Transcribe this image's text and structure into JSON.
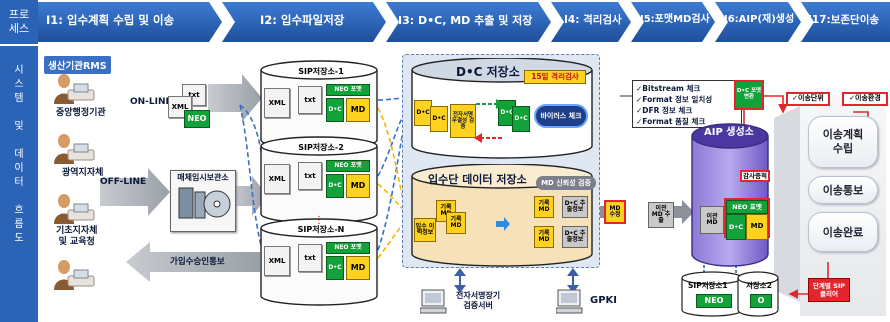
{
  "header": {
    "left_label": "프로\n세스",
    "steps": [
      {
        "label": "I1: 입수계획 수립 및 이송"
      },
      {
        "label": "I2: 입수파일저장"
      },
      {
        "label": "I3: D•C, MD 추출 및 저장"
      },
      {
        "label": "I4: 격리검사"
      },
      {
        "label": "I5:포맷MD검사"
      },
      {
        "label": "I6:AIP(재)생성"
      },
      {
        "label": "I17:보존단이송"
      }
    ]
  },
  "sidebar": {
    "chars": [
      "시",
      "스",
      "템",
      "",
      "및",
      "",
      "데",
      "이",
      "터",
      "",
      "흐",
      "름",
      "도"
    ]
  },
  "producers": {
    "title": "생산기관RMS",
    "items": [
      "중앙행정기관",
      "광역지자체",
      "기초지자체\n및 교육청"
    ]
  },
  "online": {
    "label": "ON-LINE",
    "docs": [
      "txt",
      "XML",
      "NEO"
    ]
  },
  "offline": {
    "label": "OFF-LINE",
    "temp_box": "매체임시보관소",
    "return_label": "가입수승인통보"
  },
  "sip_stores": [
    {
      "title": "SIP저장소-1",
      "docs": [
        "XML",
        "txt",
        "NEO 포맷",
        "D•C",
        "MD"
      ]
    },
    {
      "title": "SIP저장소-2",
      "docs": [
        "XML",
        "txt",
        "NEO 포맷",
        "D•C",
        "MD"
      ]
    },
    {
      "title": "SIP저장소-N",
      "docs": [
        "XML",
        "txt",
        "NEO 포맷",
        "D•C",
        "MD"
      ]
    }
  ],
  "dc_store": {
    "title": "D•C 저장소",
    "badge": "15일 격리검사",
    "check_label": "전자서명 무결성 검증",
    "virus_label": "바이러스 체크",
    "docs": [
      "D•C",
      "D•C",
      "D•C",
      "D•C"
    ]
  },
  "md_store": {
    "title": "입수단 데이터 저장소",
    "badge": "MD 신뢰성 검증",
    "items": [
      "기록 MD",
      "기록 MD",
      "입수 이력정보",
      "기록 MD",
      "D•C 추출정보",
      "기록 MD",
      "D•C 추출정보"
    ]
  },
  "checks": {
    "lines": [
      "✓Bitstream 체크",
      "✓Format 정보 일치성",
      "✓DFR 정보 체크",
      "✓Format 품질 체크"
    ]
  },
  "md_flow": {
    "md_tag": "MD 수정",
    "transfer_md": "이관 MD 추출"
  },
  "aip": {
    "title": "AIP 생성소",
    "audit": "감사증적",
    "transfer_md": "이관 MD",
    "neo_format": "NEO 포맷",
    "dc": "D•C",
    "md": "MD",
    "format_convert": "D•C 포맷변환"
  },
  "aip_bottom": {
    "left": "SIP저장소1",
    "right": "저장소2",
    "left_doc": "NEO",
    "right_doc": "O"
  },
  "transfer": {
    "tag_unit": "✓이송단위",
    "tag_env": "✓이송환경",
    "plan": "이송계획\n수립",
    "notice": "이송통보",
    "done": "이송완료",
    "clear": "단계별 SIP\n클리어"
  },
  "bottom": {
    "sign_server": "전자서명장기\n검증서버",
    "gpki": "GPKI"
  },
  "colors": {
    "blue": "#2b63b6",
    "yellow": "#ffd21f",
    "green": "#13a23a",
    "red": "#e3262e",
    "panel": "#dfe8f2",
    "tan": "#f6e1b8"
  }
}
